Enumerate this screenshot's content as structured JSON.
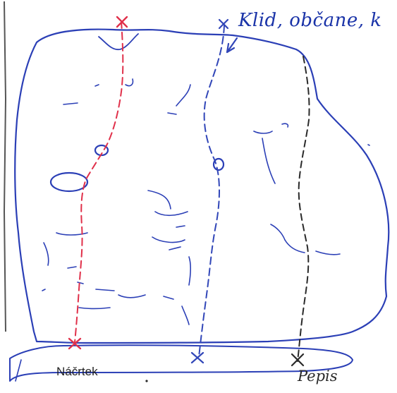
{
  "sketch": {
    "title_text": "Klid, občane, k",
    "caption_text": "Náčrtek",
    "author_text": "Pepis"
  },
  "colors": {
    "rock_outline": "#2b3fb6",
    "route_red": "#e0304a",
    "route_blue": "#3146b8",
    "route_black": "#2a2a2a",
    "paper": "#ffffff"
  },
  "routes": [
    {
      "name": "red-route",
      "color_key": "route_red"
    },
    {
      "name": "blue-route",
      "color_key": "route_blue"
    },
    {
      "name": "black-route",
      "color_key": "route_black"
    }
  ]
}
